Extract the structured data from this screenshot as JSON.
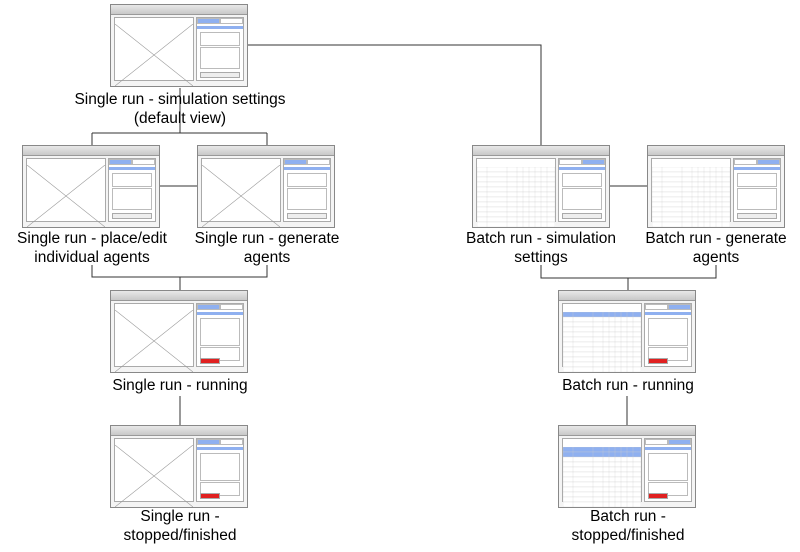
{
  "nodes": [
    {
      "id": "single-settings",
      "label": [
        "Single run - simulation settings",
        "(default view)"
      ],
      "variant": "single",
      "tab": 0
    },
    {
      "id": "single-place",
      "label": [
        "Single run - place/edit",
        "individual agents"
      ],
      "variant": "single",
      "tab": 0
    },
    {
      "id": "single-generate",
      "label": [
        "Single run - generate",
        "agents"
      ],
      "variant": "single",
      "tab": 0
    },
    {
      "id": "batch-settings",
      "label": [
        "Batch run - simulation",
        "settings"
      ],
      "variant": "batch",
      "tab": 1
    },
    {
      "id": "batch-generate",
      "label": [
        "Batch  run - generate",
        "agents"
      ],
      "variant": "batch",
      "tab": 1
    },
    {
      "id": "single-running",
      "label": [
        "Single run - running"
      ],
      "variant": "single-run",
      "tab": 0
    },
    {
      "id": "batch-running",
      "label": [
        "Batch  run - running"
      ],
      "variant": "batch-run",
      "tab": 1
    },
    {
      "id": "single-stopped",
      "label": [
        "Single run -",
        "stopped/finished"
      ],
      "variant": "single-run",
      "tab": 0
    },
    {
      "id": "batch-stopped",
      "label": [
        "Batch  run -",
        "stopped/finished"
      ],
      "variant": "batch-run",
      "tab": 1
    }
  ],
  "colors": {
    "accent": "#8fb0f0",
    "stop": "#e02020",
    "line": "#333333"
  }
}
